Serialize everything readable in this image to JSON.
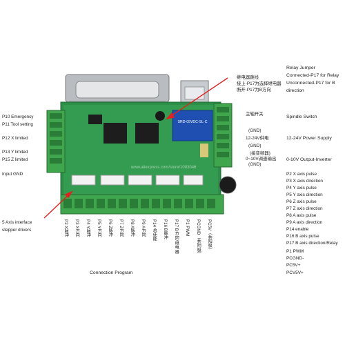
{
  "left_labels": [
    "P10 Emergency",
    "P11 Tool setting",
    "P12 X limited",
    "P13 Y limited",
    "P15 Z limited",
    "Input GND",
    "5 Axis interface",
    "stepper drivers"
  ],
  "top_right_chinese": [
    "继电器跳线",
    "接上-P17为选择继电器",
    "断开-P17为B方向"
  ],
  "relay_jumper": [
    "Relay Jumper",
    "Connected-P17 for Relay",
    "Unconnected-P17 for B",
    "direction"
  ],
  "right_chinese": {
    "spindle_cn": "主轴开关",
    "gnd1": "(GND)",
    "power_cn": "12-24V供电",
    "gnd2": "(GND)",
    "inverter_cn1": "(接变频器)",
    "inverter_cn2": "0~10V调速输出",
    "gnd3": "(GND)"
  },
  "right_labels": {
    "spindle": "Spindle Switch",
    "power": "12-24V Power Supply",
    "inverter": "0-10V Output-Inverter"
  },
  "pin_legend": [
    "P2 X axis pulse",
    "P3 X axis direction",
    "P4 Y axis pulse",
    "P5 Y axis direction",
    "P6 Z axis pulse",
    "P7 Z axis direction",
    "P8 A axis pulse",
    "P9 A axis direction",
    "P14 enable",
    "P16 B axis pulse",
    "P17 B axis direction/Relay",
    "P1 PWM",
    "PCGND-",
    "PC5V+",
    "PCV5V+"
  ],
  "bottom_pins": [
    "P2 X脉冲",
    "P3 X方向",
    "P4 Y脉冲",
    "P5 Y方向",
    "P6 Z脉冲",
    "P7 Z方向",
    "P8 A脉冲",
    "P9 A方向",
    "P14 总使能",
    "P16 B脉冲",
    "P17 B方向/继电器",
    "P1 PWM",
    "PCGND（共阴极）",
    "PC5V（共阳极）"
  ],
  "relay_text": "SRD-05VDC-SL-C",
  "watermark": "www.aliexpress.com/store/1083046",
  "footer": "Connection Program"
}
